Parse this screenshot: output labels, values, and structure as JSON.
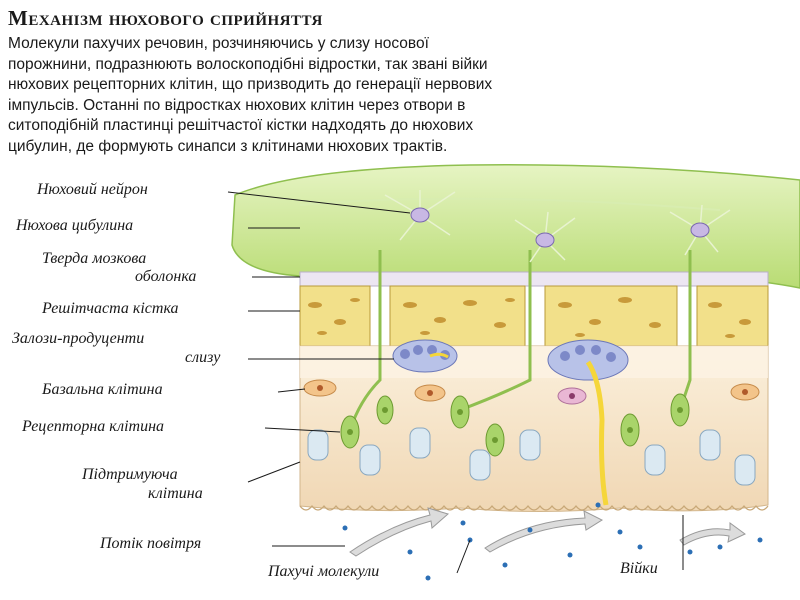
{
  "title": "Механізм нюхового сприйняття",
  "description": [
    "Молекули пахучих речовин, розчиняючись у слизу носової",
    "порожнини, подразнюють волоскоподібні відростки, так звані війки",
    "нюхових рецепторних клітин, що призводить до генерації нервових",
    "імпульсів. Останні по відростках нюхових клітин через отвори в",
    "ситоподібній пластинці решітчастої кістки надходять до нюхових",
    "цибулин, де формують синапси з клітинами нюхових трактів."
  ],
  "labels": {
    "olfactory_neuron": "Нюховий нейрон",
    "olfactory_bulb": "Нюхова цибулина",
    "dura_mater_1": "Тверда мозкова",
    "dura_mater_2": "оболонка",
    "ethmoid_bone": "Решітчаста кістка",
    "mucus_glands_1": "Залози-продуценти",
    "mucus_glands_2": "слизу",
    "basal_cell": "Базальна клітина",
    "receptor_cell": "Рецепторна клітина",
    "supporting_cell_1": "Підтримуюча",
    "supporting_cell_2": "клітина",
    "airflow": "Потік повітря",
    "odor_molecules": "Пахучі молекули",
    "cilia": "Війки"
  },
  "colors": {
    "bulb": "#cfe79a",
    "bulb_dark": "#9fcc5a",
    "bone": "#f2e08a",
    "bone_spots": "#c89a3a",
    "epithelium": "#f6e3c8",
    "receptor_cell": "#a9d46a",
    "supporting_cell": "#dbe9f2",
    "basal_cell": "#f3c48a",
    "gland": "#9aa8d8",
    "mucus": "#f5d63a",
    "molecule": "#2c6fb5",
    "arrow": "#d9d9d9"
  }
}
